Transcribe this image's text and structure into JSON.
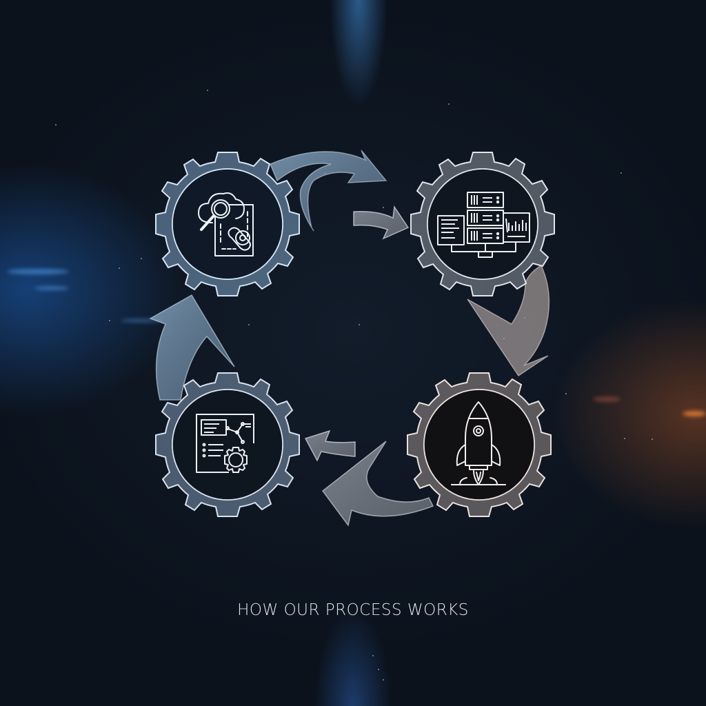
{
  "title": "HOW OUR PROCESS WORKS",
  "steps": [
    {
      "position": "top-left",
      "icon": "cloud-search-document-wrench-icon",
      "gear_tint": "#7fa3c4"
    },
    {
      "position": "top-right",
      "icon": "server-stack-dashboard-icon",
      "gear_tint": "#8c939c"
    },
    {
      "position": "bottom-right",
      "icon": "rocket-launch-icon",
      "gear_tint": "#9a8f8c"
    },
    {
      "position": "bottom-left",
      "icon": "document-network-gear-icon",
      "gear_tint": "#7f98b2"
    }
  ],
  "arrows": [
    {
      "from": "top-left",
      "to": "top-right",
      "style": "large-curved"
    },
    {
      "from": "top-left",
      "to": "top-right",
      "style": "small-curved"
    },
    {
      "from": "top-right",
      "to": "bottom-right",
      "style": "large-curved"
    },
    {
      "from": "bottom-right",
      "to": "bottom-left",
      "style": "large-curved"
    },
    {
      "from": "bottom-right",
      "to": "bottom-left",
      "style": "small-curved"
    },
    {
      "from": "bottom-left",
      "to": "top-left",
      "style": "large-curved"
    }
  ],
  "decor": {
    "waveform": "audio-waveform",
    "colors": {
      "background": "#0c1420",
      "glow_blue": "#2f7fd6",
      "glow_orange": "#d9772e",
      "line": "#e8eef5",
      "title": "#dfe6ee"
    }
  }
}
